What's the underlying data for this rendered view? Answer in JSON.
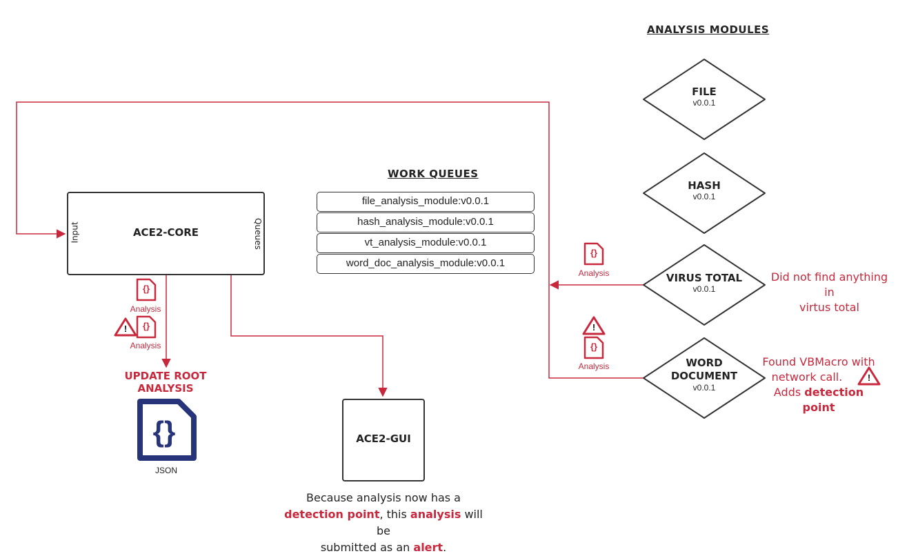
{
  "modules_title": "ANALYSIS MODULES",
  "queues_title": "WORK QUEUES",
  "core": {
    "title": "ACE2-CORE",
    "input_label": "Input",
    "queues_label": "Queues"
  },
  "gui": {
    "title": "ACE2-GUI"
  },
  "queues": [
    "file_analysis_module:v0.0.1",
    "hash_analysis_module:v0.0.1",
    "vt_analysis_module:v0.0.1",
    "word_doc_analysis_module:v0.0.1"
  ],
  "modules": [
    {
      "name": "FILE",
      "version": "v0.0.1"
    },
    {
      "name": "HASH",
      "version": "v0.0.1"
    },
    {
      "name": "VIRUS TOTAL",
      "version": "v0.0.1"
    },
    {
      "name_line1": "WORD",
      "name_line2": "DOCUMENT",
      "version": "v0.0.1"
    }
  ],
  "analysis_label": "Analysis",
  "json_icon_text": "{}",
  "warning_icon_text": "!",
  "update_root": {
    "line1": "UPDATE ROOT",
    "line2": "ANALYSIS"
  },
  "json_label": "JSON",
  "vt_note": {
    "line1": "Did not find anything in",
    "line2": "virtus total"
  },
  "word_note": {
    "line1": "Found VBMacro with",
    "line2": "network call.",
    "line3_prefix": "Adds ",
    "line3_bold": "detection point"
  },
  "gui_note": {
    "line1": "Because analysis now has a",
    "l2_bold1": "detection point",
    "l2_mid": ", this ",
    "l2_bold2": "analysis",
    "l2_end": " will be",
    "l3_start": "submitted as an ",
    "l3_bold": "alert",
    "l3_end": "."
  },
  "colors": {
    "accent": "#c8283c",
    "json_blue": "#27347a",
    "line": "#333333"
  }
}
